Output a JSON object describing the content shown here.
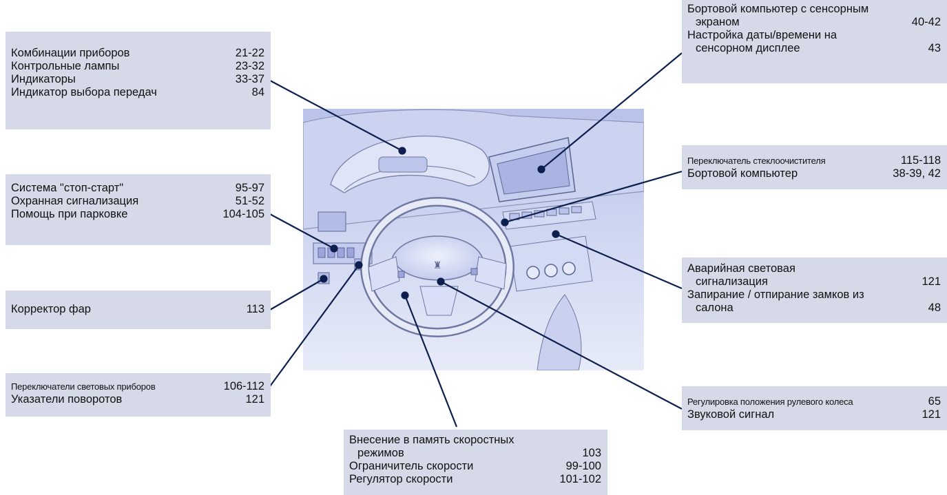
{
  "callouts": [
    {
      "id": "instruments",
      "rows": [
        {
          "label": "Комбинации приборов",
          "page": "21-22"
        },
        {
          "label": "Контрольные лампы",
          "page": "23-32"
        },
        {
          "label": "Индикаторы",
          "page": "33-37"
        },
        {
          "label": "Индикатор выбора передач",
          "page": "84"
        }
      ]
    },
    {
      "id": "stopstart",
      "rows": [
        {
          "label": "Система \"стоп-старт\"",
          "page": "95-97"
        },
        {
          "label": "Охранная сигнализация",
          "page": "51-52"
        },
        {
          "label": "Помощь при парковке",
          "page": "104-105"
        }
      ]
    },
    {
      "id": "headlamp",
      "rows": [
        {
          "label": "Корректор фар",
          "page": "113"
        }
      ]
    },
    {
      "id": "lighting",
      "rows": [
        {
          "label": "Переключатели световых приборов",
          "page": "106-112"
        },
        {
          "label": "Указатели поворотов",
          "page": "121"
        }
      ]
    },
    {
      "id": "speed",
      "rows": [
        {
          "label": "Внесение в память скоростных",
          "page": ""
        },
        {
          "label": "режимов",
          "page": "103"
        },
        {
          "label": "Ограничитель скорости",
          "page": "99-100"
        },
        {
          "label": "Регулятор скорости",
          "page": "101-102"
        }
      ]
    },
    {
      "id": "touchscreen",
      "rows": [
        {
          "label": "Бортовой компьютер с сенсорным",
          "page": ""
        },
        {
          "label": "экраном",
          "page": "40-42"
        },
        {
          "label": "Настройка даты/времени на",
          "page": ""
        },
        {
          "label": "сенсорном дисплее",
          "page": "43"
        }
      ]
    },
    {
      "id": "wiper",
      "rows": [
        {
          "label": "Переключатель стеклоочистителя",
          "page": "115-118"
        },
        {
          "label": "Бортовой компьютер",
          "page": "38-39, 42"
        }
      ]
    },
    {
      "id": "hazard",
      "rows": [
        {
          "label": "Аварийная световая",
          "page": ""
        },
        {
          "label": "сигнализация",
          "page": "121"
        },
        {
          "label": "Запирание / отпирание замков из",
          "page": ""
        },
        {
          "label": "салона",
          "page": "48"
        }
      ]
    },
    {
      "id": "steering",
      "rows": [
        {
          "label": "Регулировка положения рулевого колеса",
          "page": "65"
        },
        {
          "label": "Звуковой сигнал",
          "page": "121"
        }
      ]
    }
  ],
  "colors": {
    "box": "#d6dae8",
    "leader": "#0c1f4f",
    "illustration": "#c9d1ef"
  }
}
